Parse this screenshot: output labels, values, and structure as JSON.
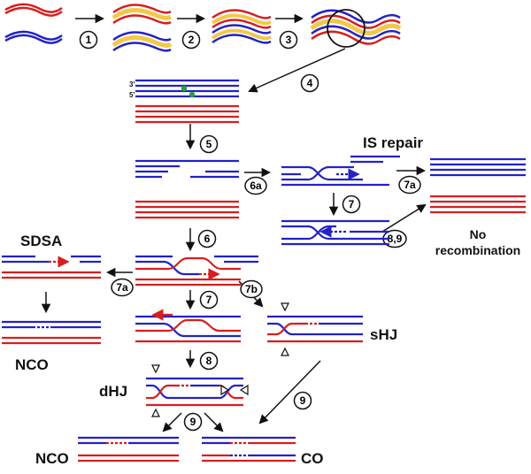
{
  "colors": {
    "blue": "#2222c8",
    "red": "#d61f1f",
    "yellow": "#f2c84a",
    "green": "#2e9e3a",
    "ink": "#111111"
  },
  "steps": {
    "s1": "1",
    "s2": "2",
    "s3": "3",
    "s4": "4",
    "s5": "5",
    "s6a": "6a",
    "s7a_top": "7a",
    "s7_top": "7",
    "s89": "8,9",
    "s6": "6",
    "s7a_left": "7a",
    "s7b": "7b",
    "s7": "7",
    "s8": "8",
    "s9_right": "9",
    "s9_bottom": "9"
  },
  "labels": {
    "end3": "3'",
    "end5": "5'",
    "is_repair": "IS repair",
    "no": "No",
    "recombination": "recombination",
    "sdsa": "SDSA",
    "nco_left": "NCO",
    "shj": "sHJ",
    "dhj": "dHJ",
    "nco_bottom": "NCO",
    "co": "CO"
  }
}
